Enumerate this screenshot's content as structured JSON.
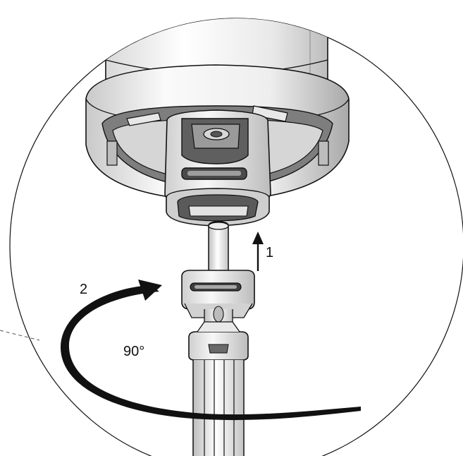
{
  "diagram": {
    "steps": [
      {
        "label": "1",
        "action": "push-up-arrow"
      },
      {
        "label": "2",
        "action": "rotate-arrow"
      }
    ],
    "rotation_label": "90°",
    "colors": {
      "line": "#111111",
      "metal_light": "#f2f2f2",
      "metal_mid": "#cfcfcf",
      "metal_dark": "#9a9a9a",
      "leader": "#555555"
    }
  }
}
